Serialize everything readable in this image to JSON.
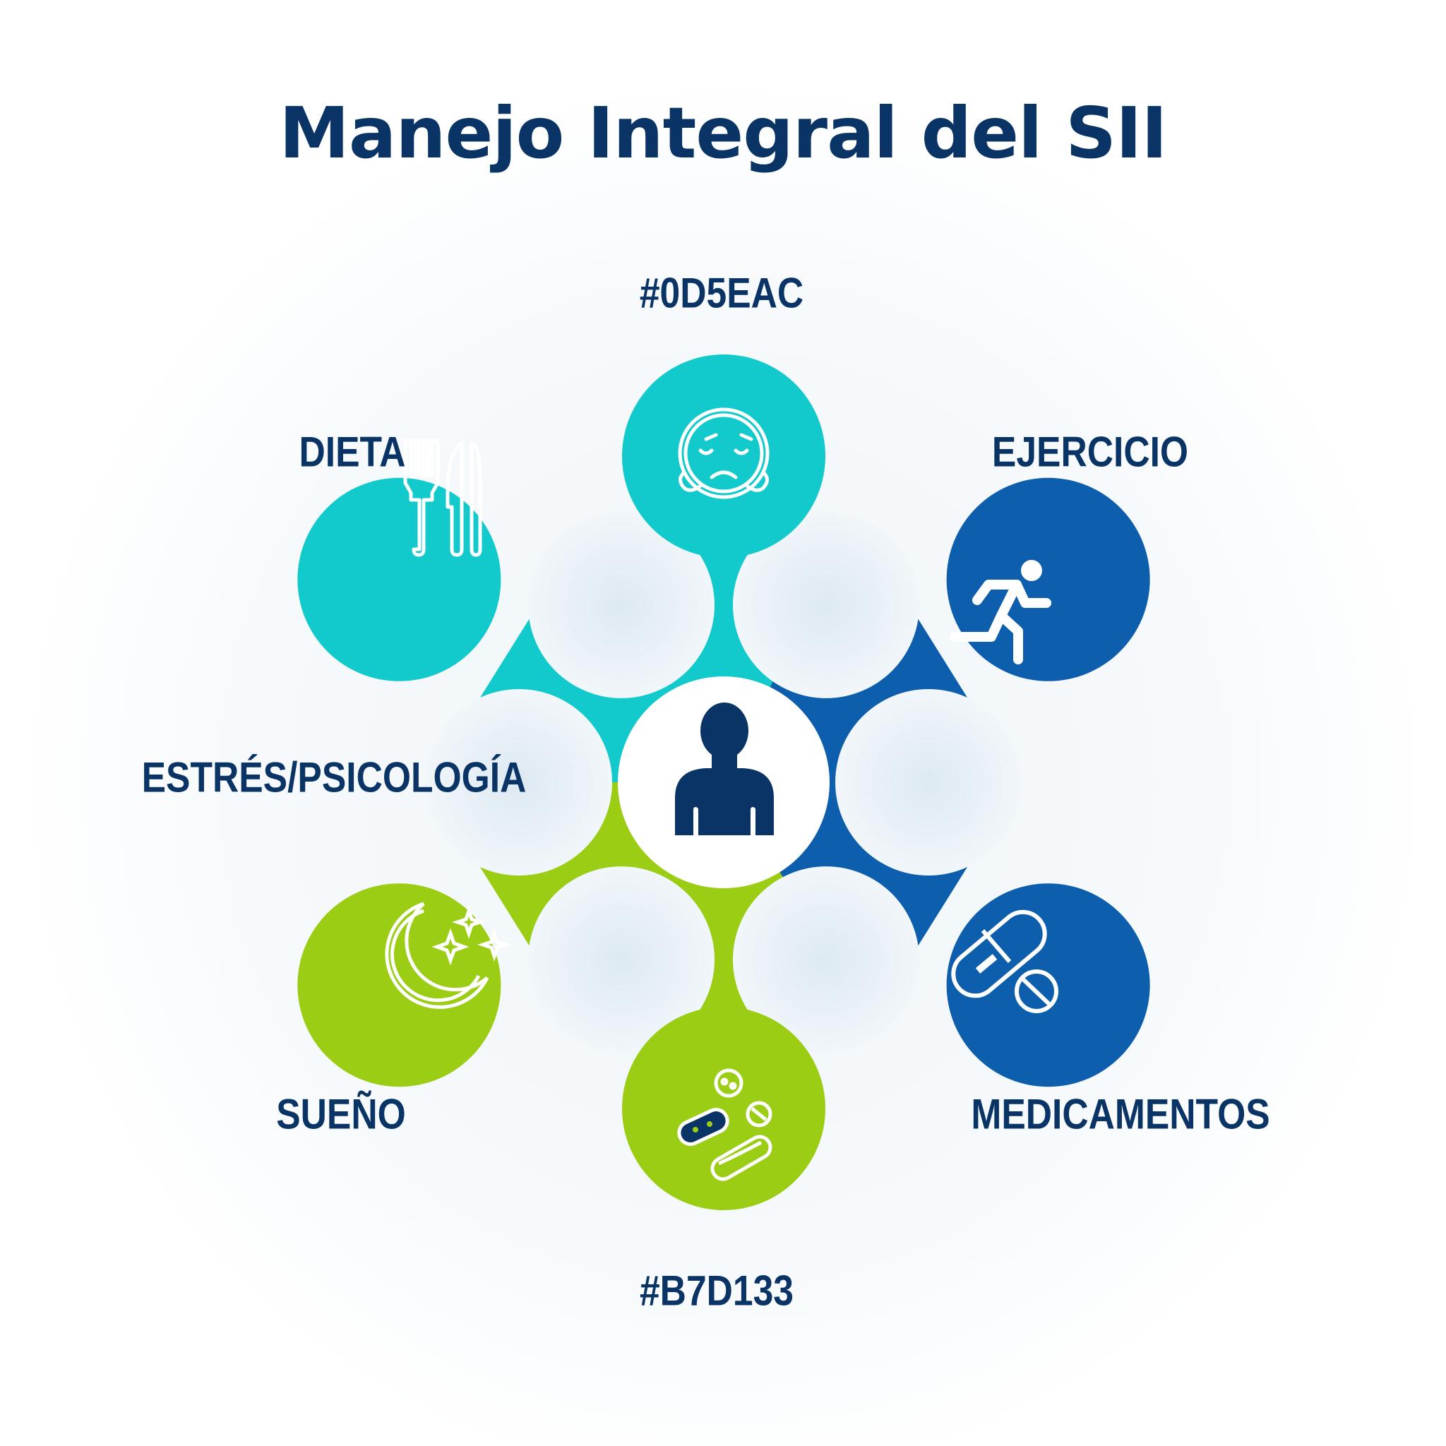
{
  "title": "Manejo Integral del SII",
  "labels": {
    "top": "#0D5EAC",
    "dieta": "DIETA",
    "ejercicio": "EJERCICIO",
    "estres": "ESTRÉS/PSICOLOGÍA",
    "sueno": "SUEÑO",
    "medicamentos": "MEDICAMENTOS",
    "bottom": "#B7D133"
  },
  "colors": {
    "teal": "#12CACB",
    "blue": "#0D5EAC",
    "green": "#9BCD15",
    "text": "#0B3466",
    "center": "#0B3466"
  },
  "icons": [
    "worried-face-icon",
    "fork-knife-icon",
    "running-person-icon",
    "moon-stars-icon",
    "pills-icon",
    "bacteria-icon",
    "person-icon"
  ]
}
